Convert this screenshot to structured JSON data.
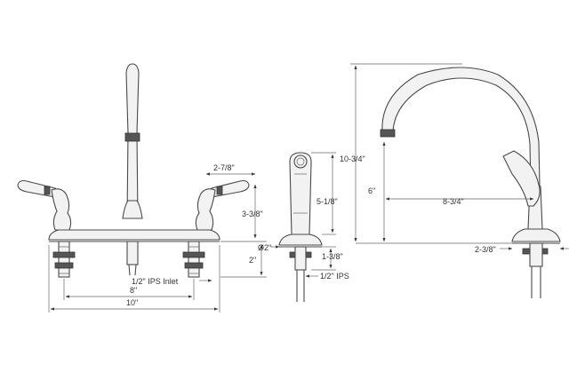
{
  "labels": {
    "front_offset": "2-7/8\"",
    "front_height": "3-3/8\"",
    "front_tail": "2\"",
    "front_inlet": "1/2\" IPS Inlet",
    "front_center": "8\"",
    "front_width": "10\"",
    "spray_diameter": "Ø2\"",
    "spray_height": "5-1/8\"",
    "spray_tail": "1-3/8\"",
    "spray_ips": "1/2\" IPS",
    "side_total_height": "10-3/4\"",
    "side_spout_height": "6\"",
    "side_reach": "8-3/4\"",
    "side_base": "2-3/8\""
  }
}
